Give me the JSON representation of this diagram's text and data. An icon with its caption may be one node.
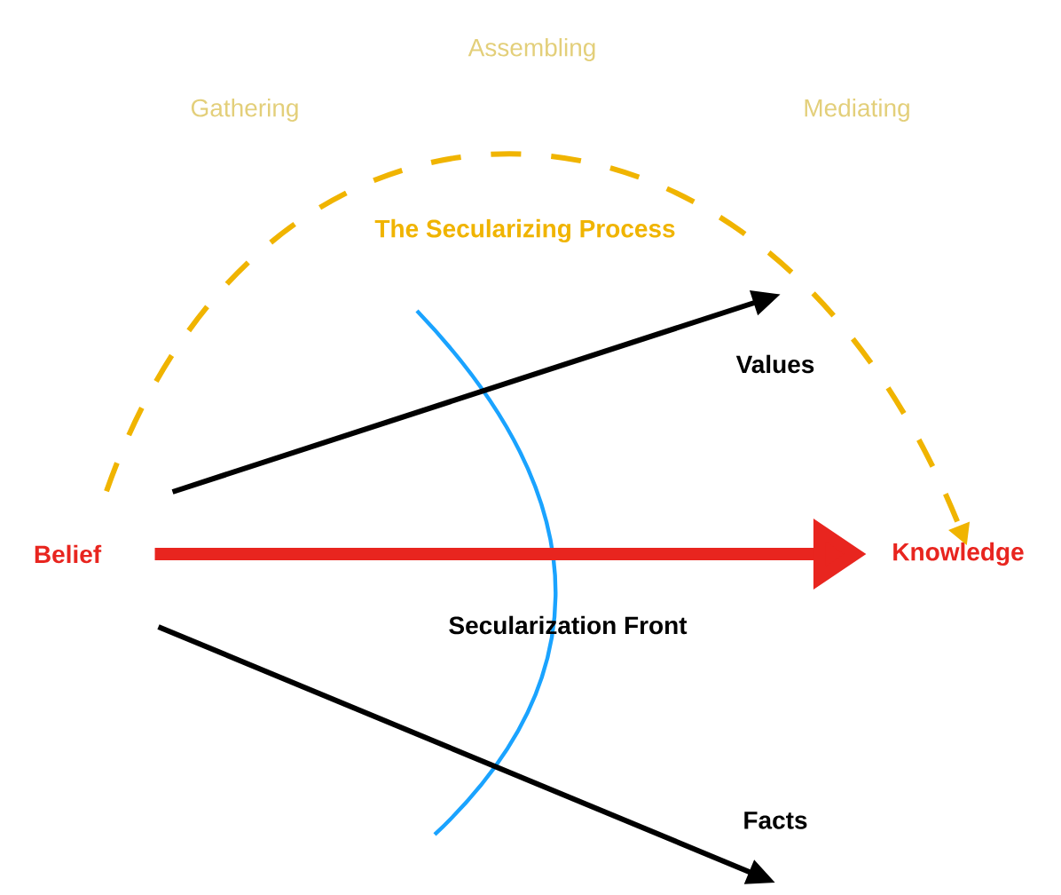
{
  "diagram": {
    "nodes": [
      {
        "text": [
          "Belief"
        ]
      },
      {
        "text": [
          "Knowledge"
        ]
      },
      {
        "text": [
          "Values"
        ]
      },
      {
        "text": [
          "Facts"
        ]
      }
    ],
    "edges": [
      {
        "from": 0,
        "to": 1,
        "arrow": "to",
        "style": "thick",
        "color": "#e8251f"
      },
      {
        "from": 0,
        "to": 2,
        "arrow": "to"
      },
      {
        "from": 0,
        "to": 3,
        "arrow": "to"
      },
      {
        "from": 0,
        "to": 1,
        "arrow": "to",
        "style": "dashed",
        "color": "#f0b400"
      }
    ],
    "labels": [
      "Assembling",
      "Gathering",
      "Mediating",
      "The Secularizing Process",
      "Secularization Front"
    ]
  }
}
